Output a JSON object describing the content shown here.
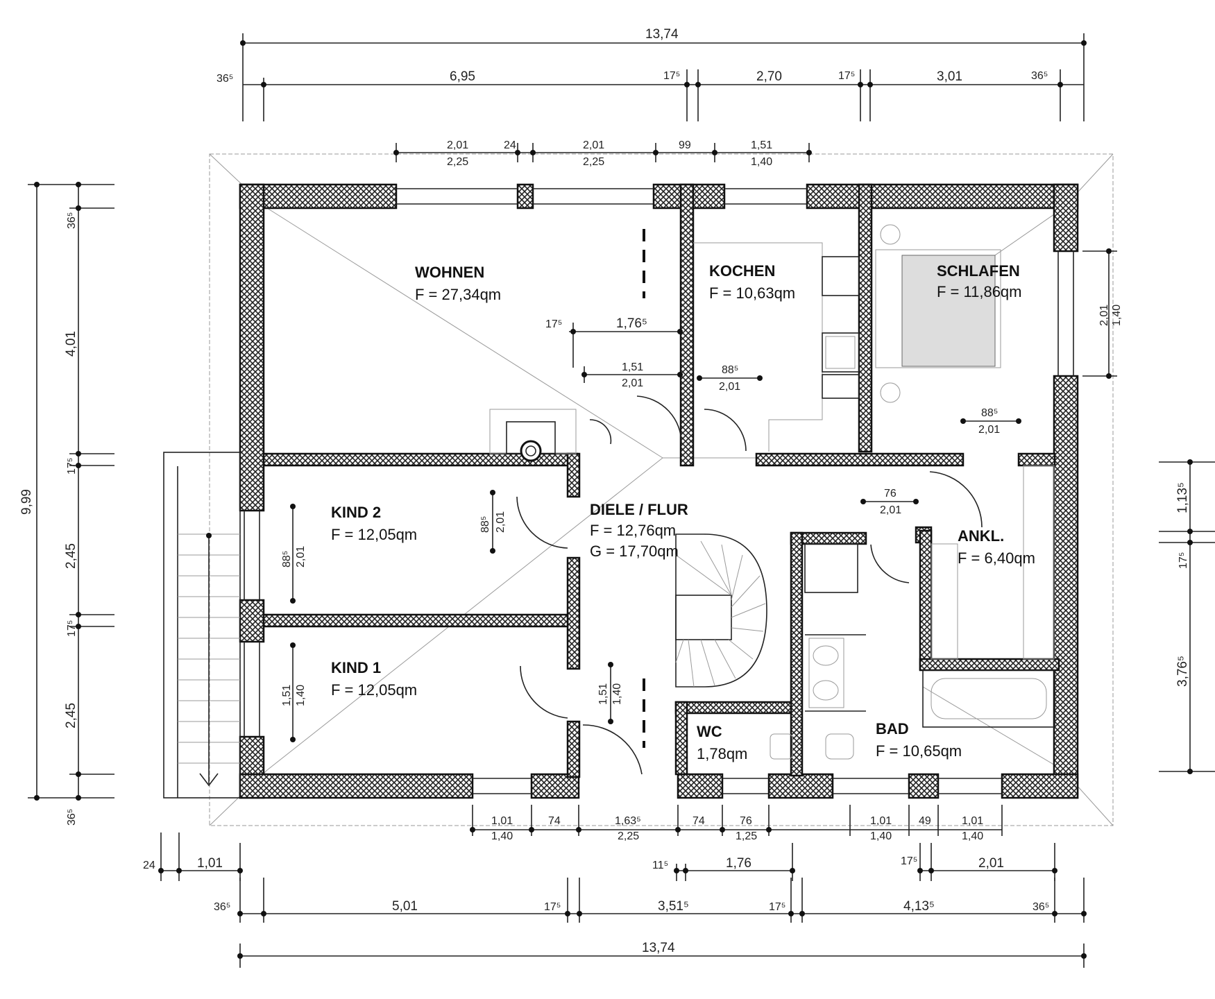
{
  "rooms": {
    "wohnen": {
      "name": "WOHNEN",
      "area": "F = 27,34qm"
    },
    "kochen": {
      "name": "KOCHEN",
      "area": "F = 10,63qm"
    },
    "schlafen": {
      "name": "SCHLAFEN",
      "area": "F = 11,86qm"
    },
    "kind2": {
      "name": "KIND 2",
      "area": "F = 12,05qm"
    },
    "kind1": {
      "name": "KIND 1",
      "area": "F = 12,05qm"
    },
    "diele": {
      "name": "DIELE / FLUR",
      "area": "F = 12,76qm",
      "area2": "G = 17,70qm"
    },
    "ankl": {
      "name": "ANKL.",
      "area": "F = 6,40qm"
    },
    "wc": {
      "name": "WC",
      "area": "1,78qm"
    },
    "bad": {
      "name": "BAD",
      "area": "F = 10,65qm"
    }
  },
  "dims": {
    "top_total": "13,74",
    "top_row": [
      "36⁵",
      "6,95",
      "17⁵",
      "2,70",
      "17⁵",
      "3,01",
      "36⁵"
    ],
    "top_openings": [
      "2,01",
      "2,25",
      "24",
      "2,01",
      "2,25",
      "99",
      "1,51",
      "1,40"
    ],
    "left_total": "9,99",
    "left_row": [
      "36⁵",
      "4,01",
      "17⁵",
      "2,45",
      "17⁵",
      "2,45",
      "36⁵"
    ],
    "right_row": [
      "1,13⁵",
      "17⁵",
      "3,76⁵"
    ],
    "right_window": [
      "2,01",
      "1,40"
    ],
    "interior": [
      "17⁵",
      "1,76⁵",
      "1,51",
      "2,01",
      "88⁵",
      "2,01",
      "88⁵",
      "2,01",
      "76",
      "2,01",
      "88⁵",
      "2,01",
      "1,51",
      "1,40",
      "88⁵",
      "2,01",
      "1,51",
      "1,40"
    ],
    "bottom_openings": [
      "1,01",
      "1,40",
      "74",
      "1,63⁵",
      "2,25",
      "74",
      "76",
      "1,25",
      "1,01",
      "1,40",
      "49",
      "1,01",
      "1,40"
    ],
    "bottom_row2": [
      "24",
      "1,01",
      "11⁵",
      "1,76",
      "17⁵",
      "2,01"
    ],
    "bottom_row3": [
      "36⁵",
      "5,01",
      "17⁵",
      "3,51⁵",
      "17⁵",
      "4,13⁵",
      "36⁵"
    ],
    "bottom_total": "13,74"
  }
}
